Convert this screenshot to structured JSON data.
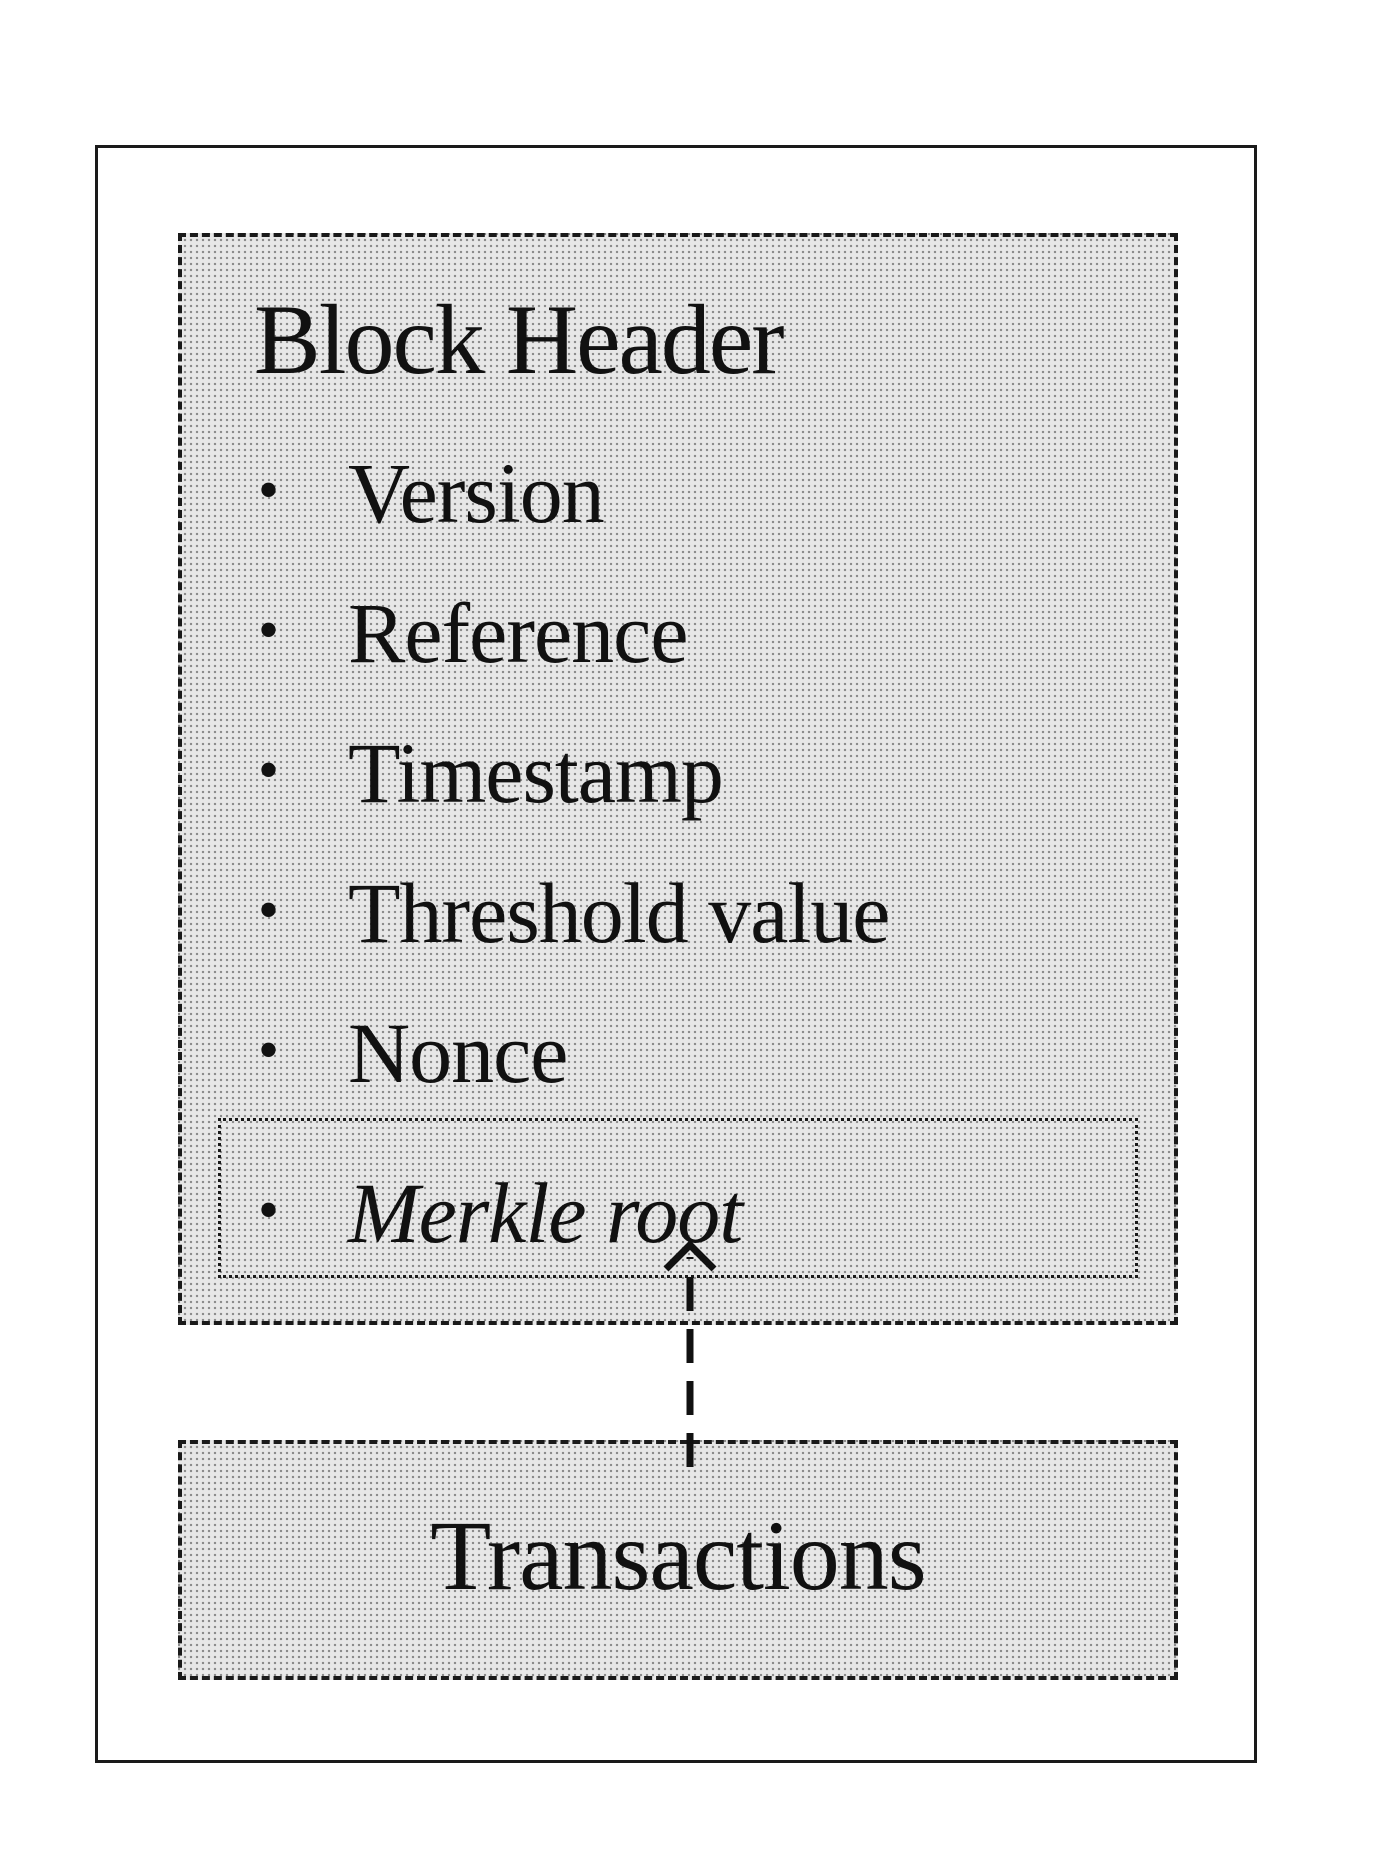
{
  "block_header": {
    "title": "Block Header",
    "fields": [
      {
        "label": "Version"
      },
      {
        "label": "Reference"
      },
      {
        "label": "Timestamp"
      },
      {
        "label": "Threshold value"
      },
      {
        "label": "Nonce"
      }
    ],
    "merkle_root": {
      "label": "Merkle root"
    }
  },
  "transactions": {
    "label": "Transactions"
  },
  "bullet": "•",
  "icons": {
    "arrow": "dashed-up-arrow-icon"
  }
}
